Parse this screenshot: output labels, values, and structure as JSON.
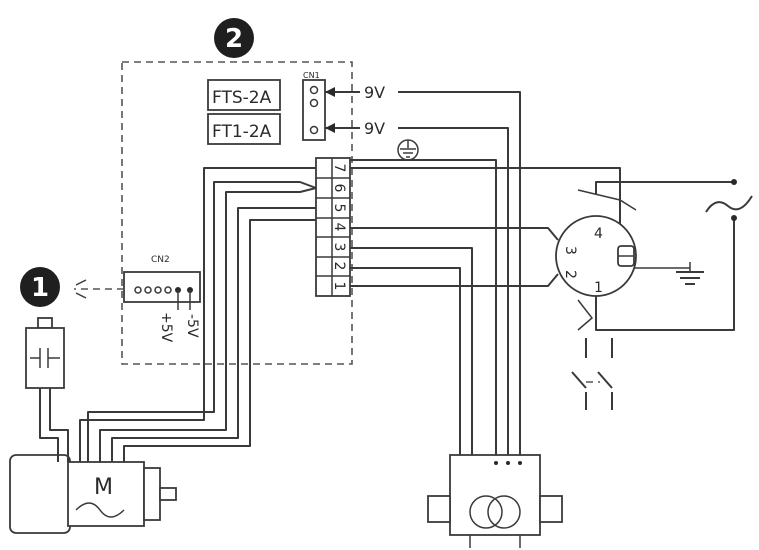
{
  "callouts": {
    "one": "1",
    "two": "2"
  },
  "board": {
    "filter_top": "FTS-2A",
    "filter_bottom": "FT1-2A",
    "cn1_label": "CN1",
    "cn2_label": "CN2",
    "voltage_top": "9V",
    "voltage_bottom": "9V",
    "terminals": [
      "7",
      "6",
      "5",
      "4",
      "3",
      "2",
      "1"
    ],
    "cn2_plus": "+5V",
    "cn2_minus": "-5V"
  },
  "motor": {
    "label": "M"
  },
  "switch": {
    "pins": [
      "4",
      "3",
      "2",
      "1"
    ]
  },
  "colors": {
    "badge": "#1f1f1f",
    "line": "#3a3a3a"
  }
}
